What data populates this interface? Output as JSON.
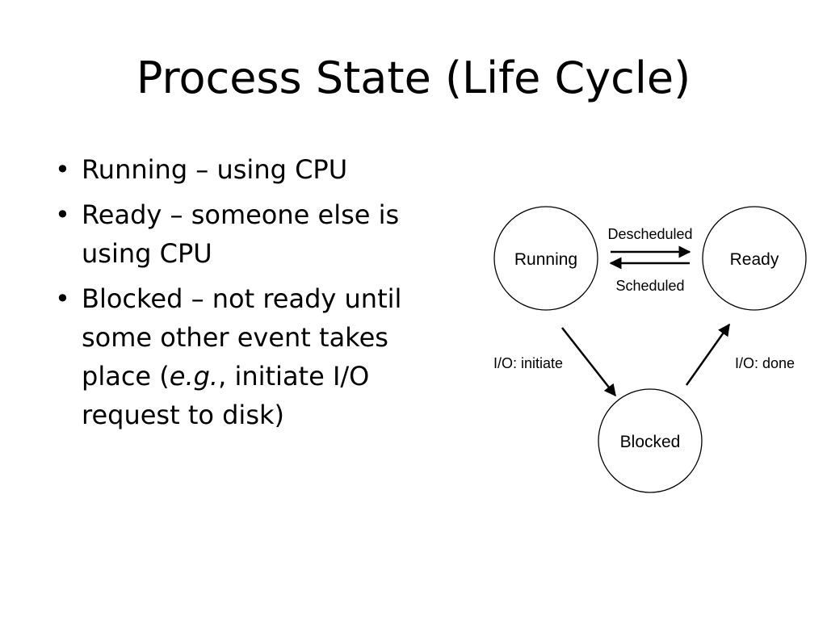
{
  "slide": {
    "title": "Process State (Life Cycle)"
  },
  "bullets": [
    {
      "text_parts": [
        "Running – using CPU"
      ]
    },
    {
      "text_parts": [
        "Ready – someone else is using CPU"
      ]
    },
    {
      "text_parts": [
        "Blocked – not ready until some other event takes place (",
        "e.g.",
        ", initiate I/O request to disk)"
      ]
    }
  ],
  "diagram": {
    "states": {
      "running": "Running",
      "ready": "Ready",
      "blocked": "Blocked"
    },
    "transitions": {
      "descheduled": "Descheduled",
      "scheduled": "Scheduled",
      "io_initiate": "I/O: initiate",
      "io_done": "I/O: done"
    }
  }
}
